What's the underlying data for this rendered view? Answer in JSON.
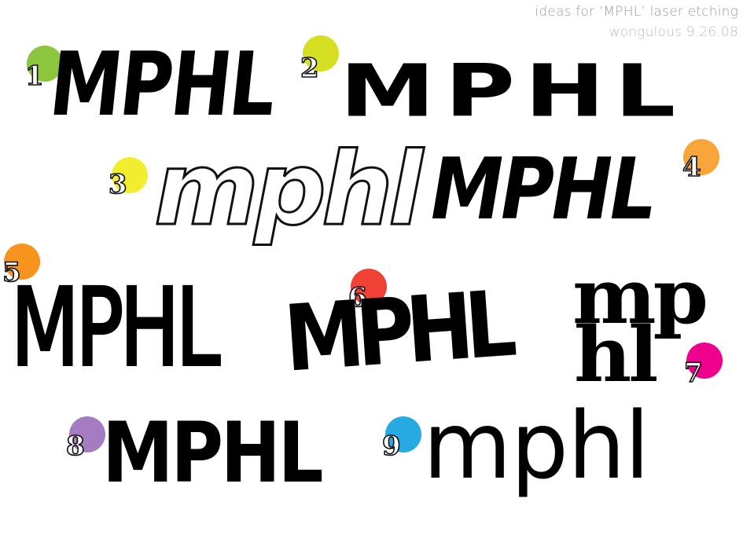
{
  "caption": {
    "title": "ideas for ‘MPHL’ laser etching",
    "byline": "wongulous 9.26.08"
  },
  "ideas": [
    {
      "number": "1",
      "text": "MPHL",
      "dot_color": "#8cc63f"
    },
    {
      "number": "2",
      "text": "MPHL",
      "dot_color": "#d7df23"
    },
    {
      "number": "3",
      "text": "mphl",
      "dot_color": "#f2ee2f"
    },
    {
      "number": "4",
      "text": "MPHL",
      "dot_color": "#f7a539"
    },
    {
      "number": "5",
      "text": "MPHL",
      "dot_color": "#f7941d"
    },
    {
      "number": "6",
      "text": "MPHL",
      "dot_color": "#ef4136"
    },
    {
      "number": "7",
      "text_line1": "mp",
      "text_line2": "hl",
      "dot_color": "#ec008c"
    },
    {
      "number": "8",
      "text": "MPHL",
      "dot_color": "#a67cc0"
    },
    {
      "number": "9",
      "text": "mphl",
      "dot_color": "#27aae1"
    }
  ]
}
